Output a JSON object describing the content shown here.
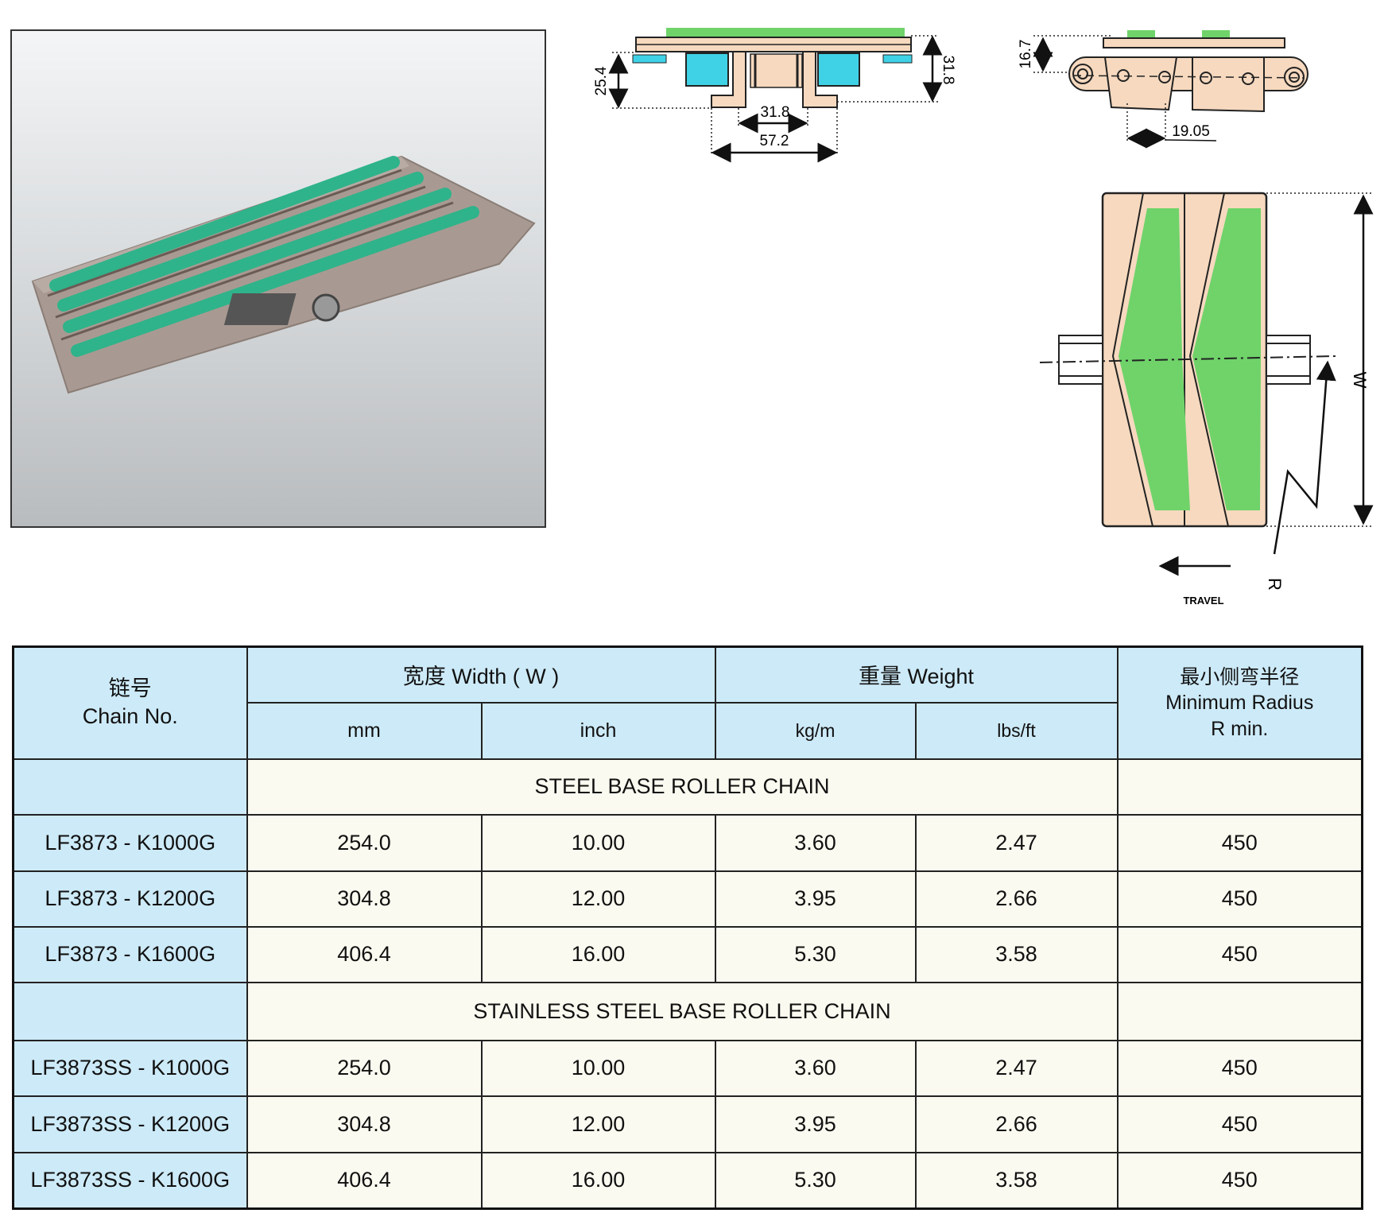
{
  "drawings": {
    "cross_section": {
      "height_left": "25.4",
      "height_right": "31.8",
      "inner_width": "31.8",
      "outer_width": "57.2"
    },
    "side_view": {
      "plate_height": "16.7",
      "pitch": "19.05"
    },
    "top_view": {
      "width_label": "W",
      "radius_label": "R",
      "travel_label": "TRAVEL"
    }
  },
  "colors": {
    "header_bg": "#cdeaf8",
    "body_bg": "#fbfaf0",
    "plate": "#f6d9bf",
    "top_green": "#6fd36a",
    "block_cyan": "#3fd2e6"
  },
  "table": {
    "headers": {
      "chain_no_cn": "链号",
      "chain_no_en": "Chain No.",
      "width": "宽度 Width ( W )",
      "weight": "重量 Weight",
      "radius_cn": "最小侧弯半径",
      "radius_en": "Minimum Radius",
      "radius_unit": "R min.",
      "mm": "mm",
      "inch": "inch",
      "kgm": "kg/m",
      "lbsft": "lbs/ft"
    },
    "sections": [
      {
        "title": "STEEL BASE ROLLER CHAIN",
        "rows": [
          {
            "chain": "LF3873 - K1000G",
            "mm": "254.0",
            "inch": "10.00",
            "kgm": "3.60",
            "lbsft": "2.47",
            "radius": "450"
          },
          {
            "chain": "LF3873 - K1200G",
            "mm": "304.8",
            "inch": "12.00",
            "kgm": "3.95",
            "lbsft": "2.66",
            "radius": "450"
          },
          {
            "chain": "LF3873 - K1600G",
            "mm": "406.4",
            "inch": "16.00",
            "kgm": "5.30",
            "lbsft": "3.58",
            "radius": "450"
          }
        ]
      },
      {
        "title": "STAINLESS STEEL BASE ROLLER CHAIN",
        "rows": [
          {
            "chain": "LF3873SS - K1000G",
            "mm": "254.0",
            "inch": "10.00",
            "kgm": "3.60",
            "lbsft": "2.47",
            "radius": "450"
          },
          {
            "chain": "LF3873SS - K1200G",
            "mm": "304.8",
            "inch": "12.00",
            "kgm": "3.95",
            "lbsft": "2.66",
            "radius": "450"
          },
          {
            "chain": "LF3873SS - K1600G",
            "mm": "406.4",
            "inch": "16.00",
            "kgm": "5.30",
            "lbsft": "3.58",
            "radius": "450"
          }
        ]
      }
    ]
  }
}
